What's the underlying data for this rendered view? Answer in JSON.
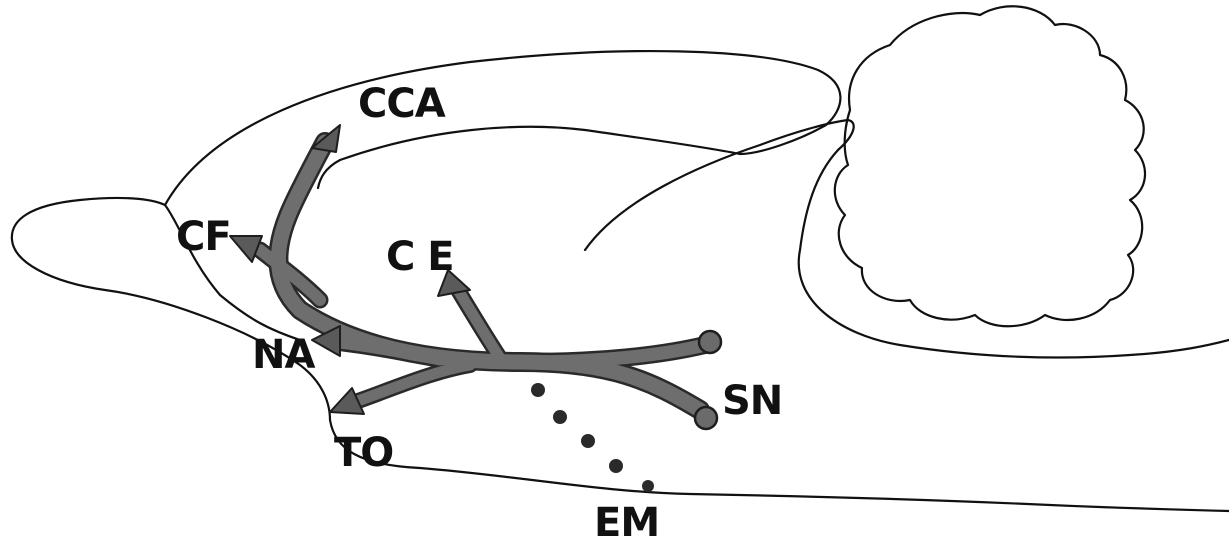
{
  "labels": {
    "cca": "CCA",
    "cf": "CF",
    "ce": "C E",
    "na": "NA",
    "to": "TO",
    "sn": "SN",
    "em": "EM"
  },
  "colors": {
    "outline": "#111111",
    "pathway": "#6e6e6e",
    "background": "#ffffff"
  }
}
